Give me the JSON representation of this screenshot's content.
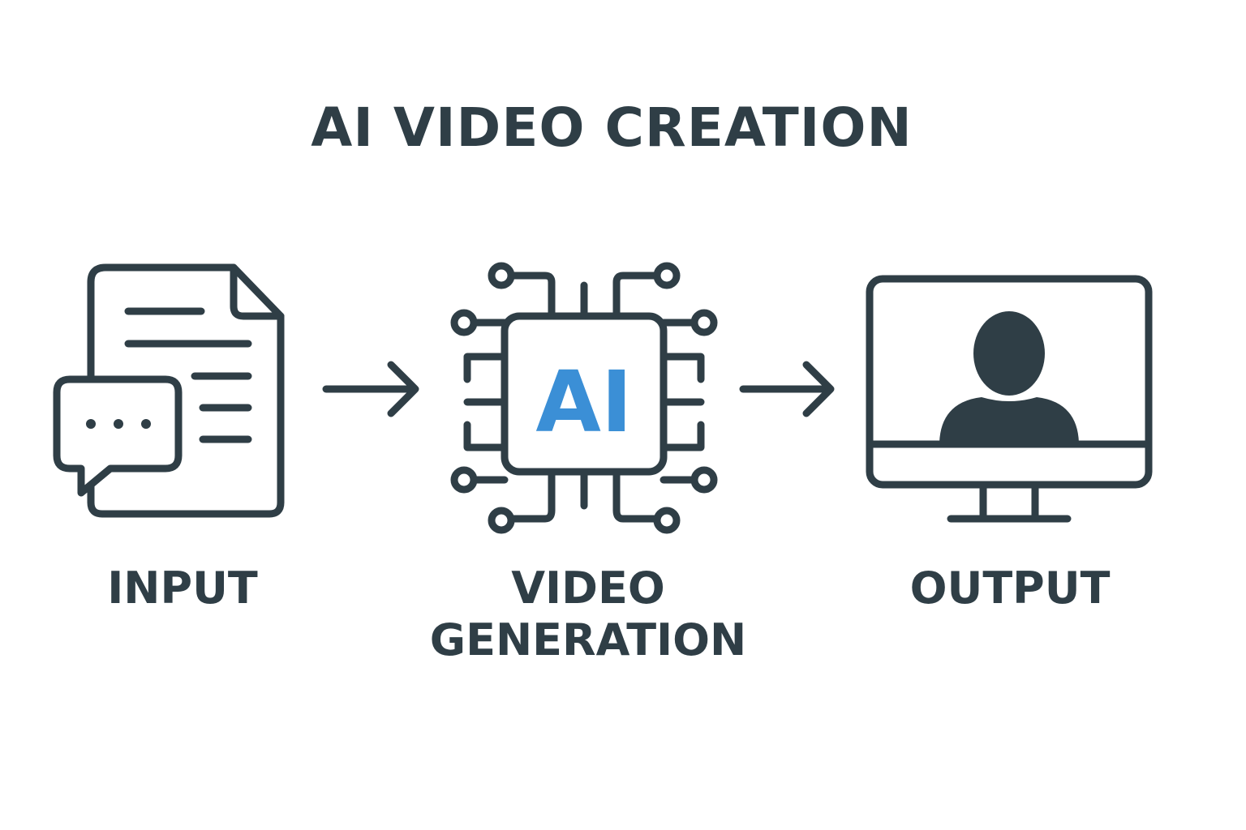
{
  "title": "AI VIDEO CREATION",
  "colors": {
    "ink": "#2f3e46",
    "accent": "#3b8fd6",
    "background": "#ffffff"
  },
  "steps": [
    {
      "label": "INPUT",
      "icon": "document-with-chat-icon"
    },
    {
      "label_lines": [
        "VIDEO",
        "GENERATION"
      ],
      "icon": "ai-chip-icon",
      "chip_text": "AI"
    },
    {
      "label": "OUTPUT",
      "icon": "monitor-person-icon"
    }
  ],
  "connectors": [
    "arrow-right-icon",
    "arrow-right-icon"
  ]
}
